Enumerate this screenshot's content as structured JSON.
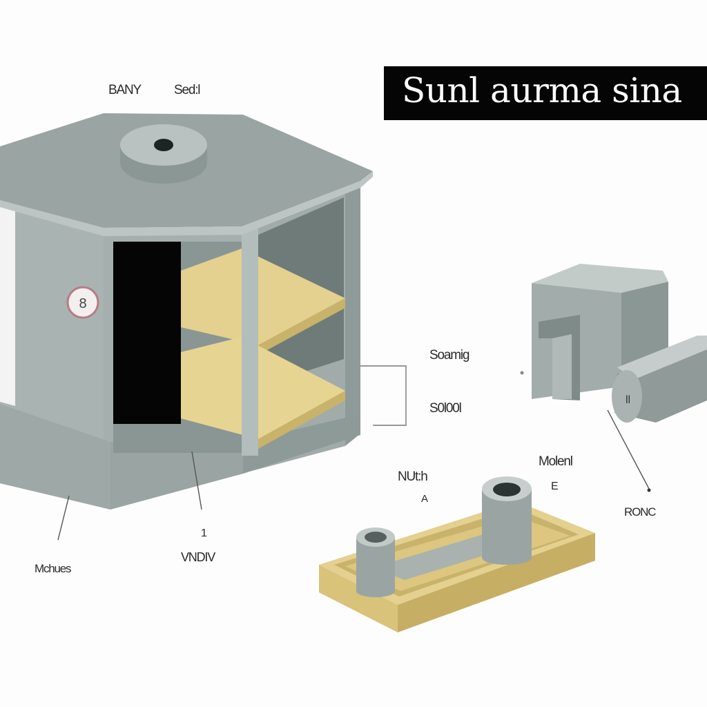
{
  "title": "Sunl aurma sina",
  "labels": {
    "top_left_a": "BANY",
    "top_left_b": "Sed:l",
    "mid_right_a": "Soamig",
    "mid_right_b": "S0l00l",
    "bottom_mid_a": "NUt:h",
    "bottom_mid_a_sub": "A",
    "bottom_mid_b": "Molenl",
    "bottom_mid_b_sub": "E",
    "bottom_right": "RONC",
    "bottom_left": "Mchues",
    "bottom_center": "VNDIV",
    "bottom_center_sub": "1",
    "dial_glyph": "8"
  },
  "colors": {
    "cabinet_front": "#a9b4b2",
    "cabinet_side": "#98a4a2",
    "cabinet_roof": "#9aa4a2",
    "cabinet_interior": "#7d8987",
    "shelf_wood": "#e4d08f",
    "shelf_edge": "#c9b26a",
    "title_bg": "#050505",
    "title_fg": "#ffffff"
  }
}
